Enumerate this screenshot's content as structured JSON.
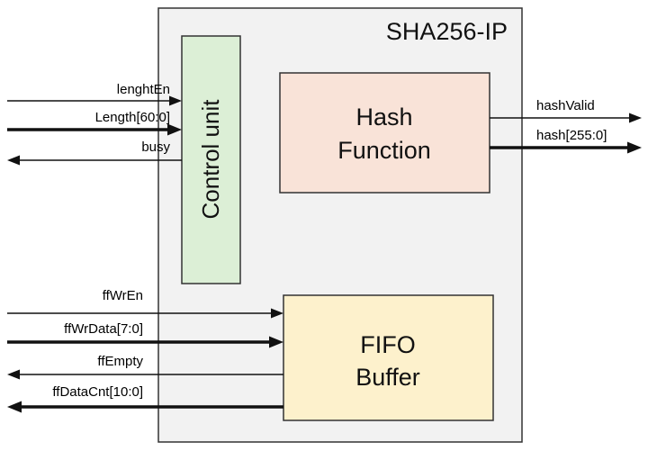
{
  "ip_title": "SHA256-IP",
  "blocks": {
    "control_unit": {
      "label": "Control unit",
      "fill": "#dcefd6"
    },
    "hash_function": {
      "line1": "Hash",
      "line2": "Function",
      "fill": "#f9e3d8"
    },
    "fifo_buffer": {
      "line1": "FIFO",
      "line2": "Buffer",
      "fill": "#fdf1cc"
    }
  },
  "container_fill": "#f2f2f2",
  "signals": {
    "lenghtEn": "lenghtEn",
    "length": "Length[60:0]",
    "busy": "busy",
    "hashValid": "hashValid",
    "hash": "hash[255:0]",
    "ffWrEn": "ffWrEn",
    "ffWrData": "ffWrData[7:0]",
    "ffEmpty": "ffEmpty",
    "ffDataCnt": "ffDataCnt[10:0]"
  }
}
